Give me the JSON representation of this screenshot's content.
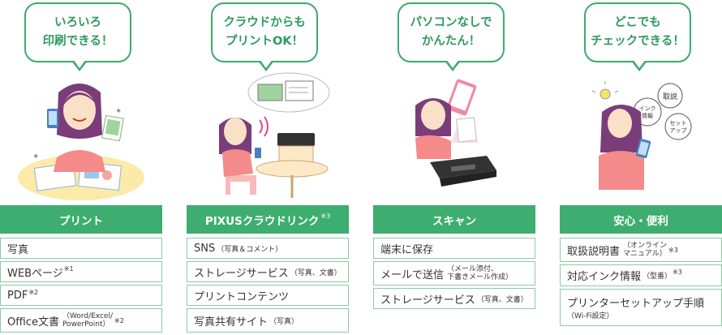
{
  "columns": [
    {
      "bubble": [
        "いろいろ",
        "印刷できる！"
      ],
      "header": "プリント",
      "header_note": "",
      "items": [
        {
          "text": "写真"
        },
        {
          "text": "WEBページ",
          "sup": "※1"
        },
        {
          "text": "PDF",
          "sup": "※2"
        },
        {
          "text": "Office文書",
          "sub2": [
            "（Word/Excel/",
            "PowerPoint）"
          ],
          "sup2": "※2"
        }
      ]
    },
    {
      "bubble": [
        "クラウドからも",
        "プリントOK！"
      ],
      "header": "PIXUSクラウドリンク",
      "header_note": "※3",
      "items": [
        {
          "text": "SNS",
          "small": "（写真＆コメント）"
        },
        {
          "text": "ストレージサービス",
          "small": "（写真、文書）"
        },
        {
          "text": "プリントコンテンツ"
        },
        {
          "text": "写真共有サイト",
          "small": "（写真）"
        }
      ]
    },
    {
      "bubble": [
        "パソコンなしで",
        "かんたん！"
      ],
      "header": "スキャン",
      "header_note": "",
      "items": [
        {
          "text": "端末に保存"
        },
        {
          "text": "メールで送信",
          "sub2": [
            "（メール添付、",
            "下書きメール作成）"
          ]
        },
        {
          "text": "ストレージサービス",
          "small": "（写真、文書）"
        }
      ]
    },
    {
      "bubble": [
        "どこでも",
        "チェックできる！"
      ],
      "header": "安心・便利",
      "header_note": "",
      "items": [
        {
          "text": "取扱説明書",
          "sub2": [
            "（オンライン",
            "マニュアル）"
          ],
          "sup2": "※3"
        },
        {
          "text": "対応インク情報",
          "small": "（型番）",
          "sup": "※3"
        },
        {
          "text": "プリンターセットアップ手順",
          "line2": "（Wi-Fi設定）"
        }
      ]
    }
  ],
  "illustration_text": {
    "balloon1": "取説",
    "balloon2": [
      "インク",
      "情報"
    ],
    "balloon3": [
      "セット",
      "アップ"
    ]
  },
  "colors": {
    "accent": "#3dae6f",
    "border": "#8ccba5",
    "skin": "#fbe0c8",
    "hair": "#7a3d7a",
    "shirt": "#f58a8a"
  }
}
